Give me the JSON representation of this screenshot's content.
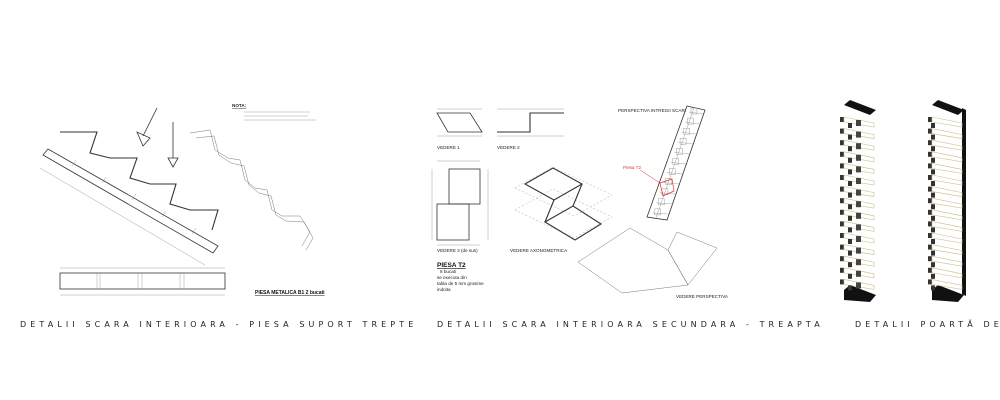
{
  "panels": [
    {
      "caption": "DETALII SCARA INTERIOARA - PIESA SUPORT TREPTE",
      "labels": {
        "note_title": "NOTA:",
        "piece_title": "PIESA METALICA B1   2 bucati"
      }
    },
    {
      "caption": "DETALII SCARA INTERIOARA SECUNDARA - TREAPTA",
      "labels": {
        "view1": "VEDERE 1",
        "view2": "VEDERE 2",
        "view3": "VEDERE 3 (de sus)",
        "axonometric": "VEDERE AXONOMETRICA",
        "whole_stair": "PERSPECTIVA INTREGII SCARI",
        "piece_marker": "Piesa T2",
        "perspective": "VEDERE PERSPECTIVA",
        "piece_title": "PIESA T2",
        "piece_notes": [
          "8 bucati",
          "se executa din",
          "tabla de 5 mm grosime",
          "indoita"
        ]
      }
    },
    {
      "caption": "DETALII POARTĂ DE ACCES"
    }
  ],
  "colors": {
    "line": "#333333",
    "highlight": "#e8302a",
    "gate_frame": "#111111",
    "gate_slat_edge": "#c9c28a"
  }
}
